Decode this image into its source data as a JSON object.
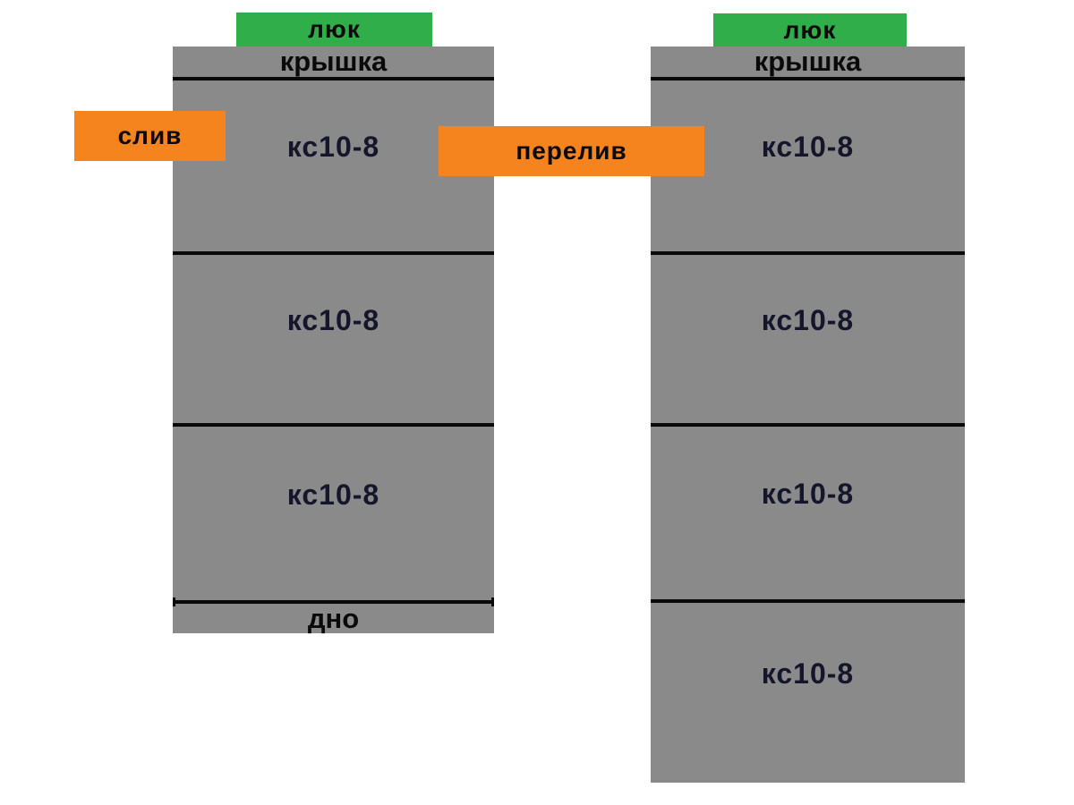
{
  "diagram_title": "concrete-ring-well-scheme",
  "colors": {
    "column_gray": "#8a8a8a",
    "hatch_green": "#2fae4a",
    "callout_orange": "#f6841e",
    "line_black": "#0a0a0a",
    "ring_text": "#15152b"
  },
  "left_column": {
    "hatch_label": "люк",
    "cover_label": "крышка",
    "rings": [
      "кс10-8",
      "кс10-8",
      "кс10-8"
    ],
    "bottom_label": "дно"
  },
  "right_column": {
    "hatch_label": "люк",
    "cover_label": "крышка",
    "rings": [
      "кс10-8",
      "кс10-8",
      "кс10-8",
      "кс10-8"
    ]
  },
  "callouts": {
    "drain": "слив",
    "overflow": "перелив"
  }
}
